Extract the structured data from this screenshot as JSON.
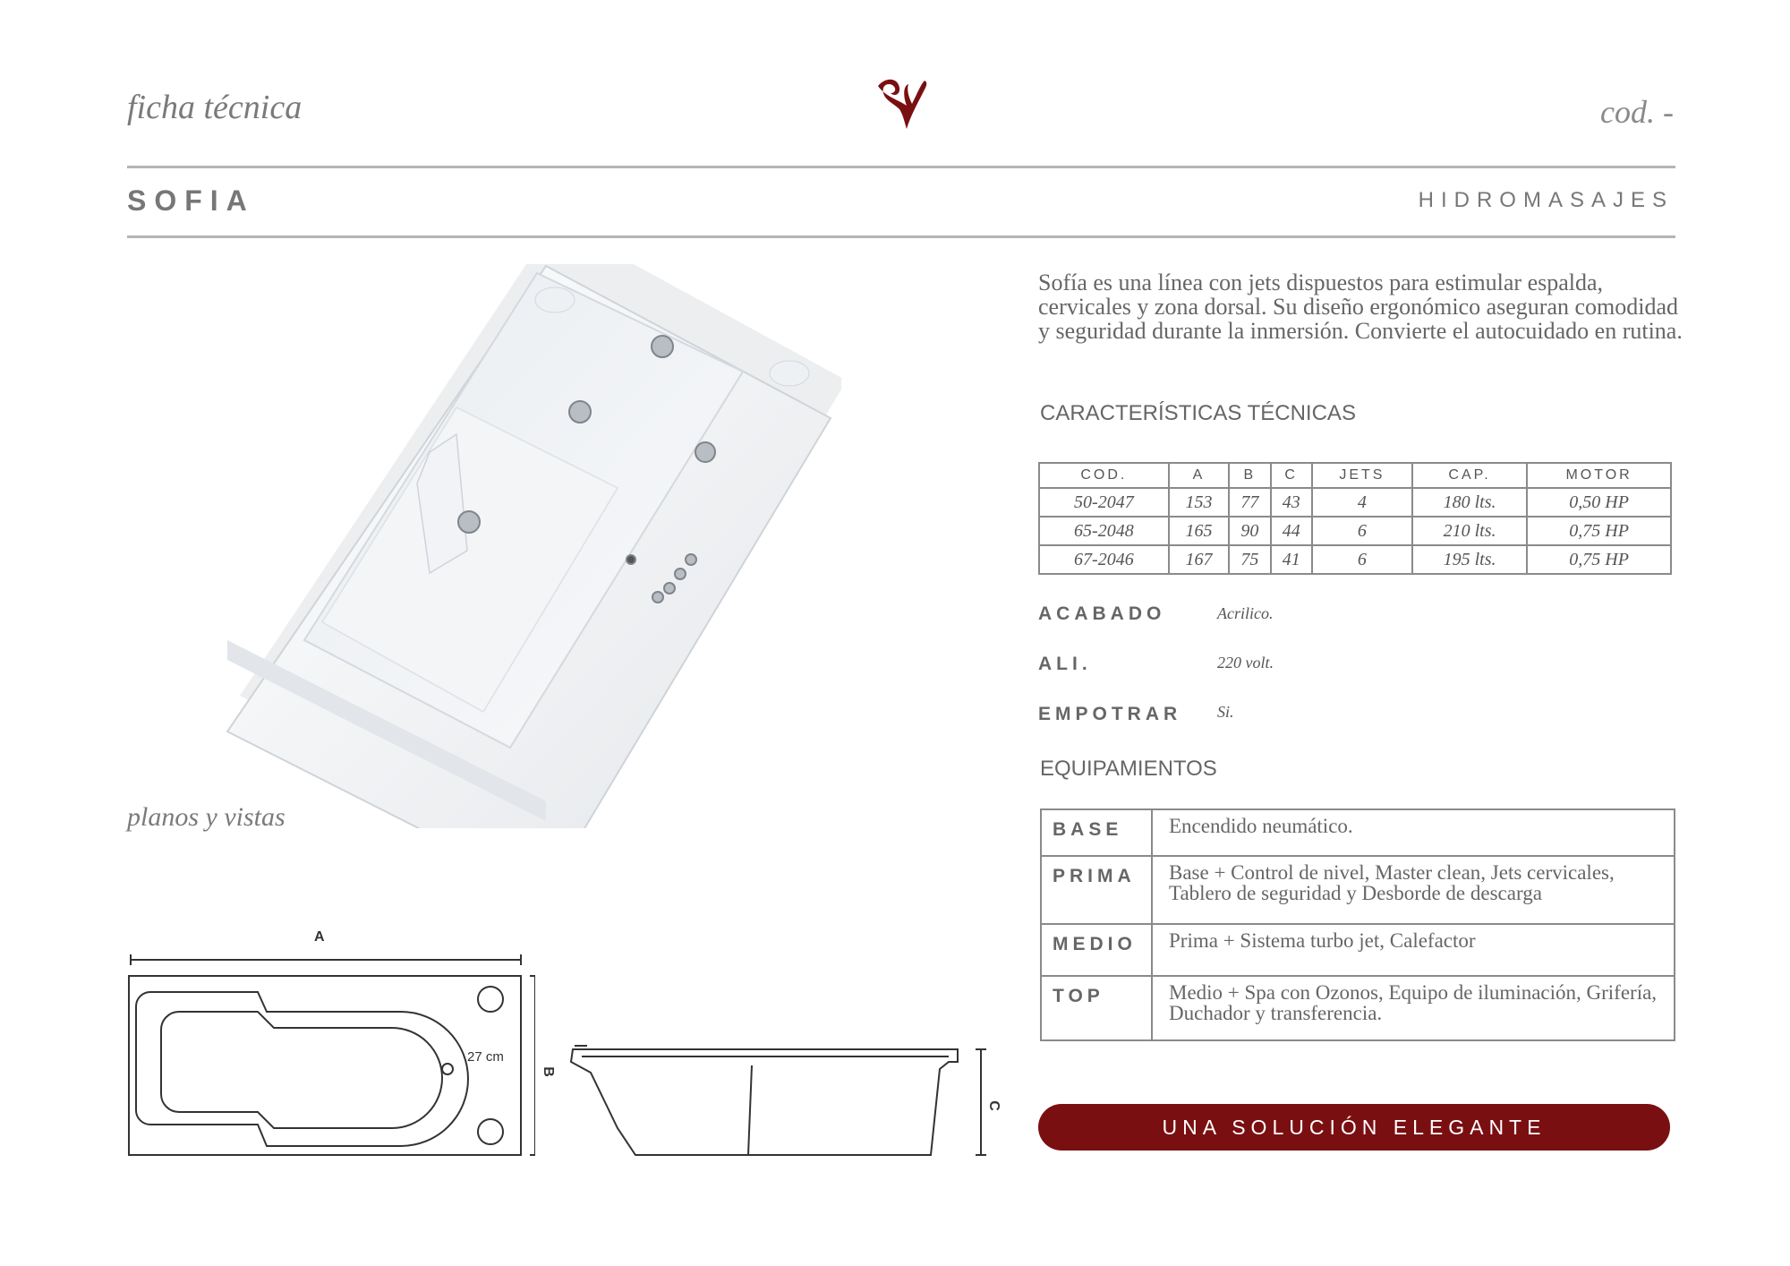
{
  "header": {
    "left_label": "ficha técnica",
    "right_label": "cod. -",
    "logo_icon": "brand-monogram-icon",
    "brand_color": "#7a0f12"
  },
  "product": {
    "name": "SOFIA",
    "category": "HIDROMASAJES",
    "description": "Sofía es una línea con jets dispuestos para estimular espalda, cervicales y zona dorsal. Su diseño ergonómico aseguran comodidad y seguridad durante la inmersión. Convierte el autocuidado en rutina."
  },
  "plans": {
    "label": "planos y vistas",
    "dim_a": "A",
    "dim_b": "B",
    "dim_c": "C",
    "dim_27": "27 cm"
  },
  "tech": {
    "title": "CARACTERÍSTICAS TÉCNICAS",
    "headers": [
      "COD.",
      "A",
      "B",
      "C",
      "JETS",
      "CAP.",
      "MOTOR"
    ],
    "rows": [
      [
        "50-2047",
        "153",
        "77",
        "43",
        "4",
        "180 lts.",
        "0,50 HP"
      ],
      [
        "65-2048",
        "165",
        "90",
        "44",
        "6",
        "210 lts.",
        "0,75 HP"
      ],
      [
        "67-2046",
        "167",
        "75",
        "41",
        "6",
        "195 lts.",
        "0,75 HP"
      ]
    ]
  },
  "specs": {
    "acabado_label": "ACABADO",
    "acabado_value": "Acrilico.",
    "ali_label": "ALI.",
    "ali_value": "220 volt.",
    "empotrar_label": "EMPOTRAR",
    "empotrar_value": "Si."
  },
  "equipment": {
    "title": "EQUIPAMIENTOS",
    "rows": [
      {
        "name": "BASE",
        "desc": "Encendido neumático."
      },
      {
        "name": "PRIMA",
        "desc": "Base + Control de nivel, Master clean, Jets cervicales, Tablero de seguridad y Desborde de descarga"
      },
      {
        "name": "MEDIO",
        "desc": "Prima + Sistema turbo jet, Calefactor"
      },
      {
        "name": "TOP",
        "desc": "Medio + Spa con Ozonos, Equipo de iluminación, Grifería, Duchador y transferencia."
      }
    ]
  },
  "slogan": "UNA SOLUCIÓN ELEGANTE"
}
